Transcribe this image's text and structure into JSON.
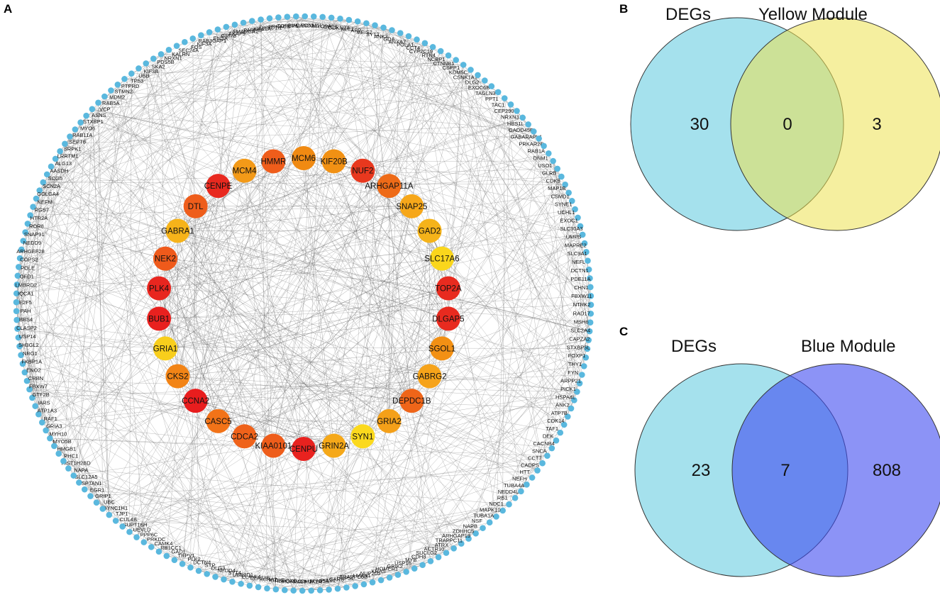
{
  "panels": {
    "a": {
      "letter": "A",
      "hub_genes": [
        {
          "name": "MCM6",
          "color": "#f08a12"
        },
        {
          "name": "KIF20B",
          "color": "#f19114"
        },
        {
          "name": "NUF2",
          "color": "#e8381e"
        },
        {
          "name": "ARHGAP11A",
          "color": "#ee6b18"
        },
        {
          "name": "SNAP25",
          "color": "#f6a71a"
        },
        {
          "name": "GAD2",
          "color": "#f5b31a"
        },
        {
          "name": "SLC17A6",
          "color": "#fad61c"
        },
        {
          "name": "TOP2A",
          "color": "#e82b1f"
        },
        {
          "name": "DLGAP5",
          "color": "#e82a1f"
        },
        {
          "name": "SGOL1",
          "color": "#f29014"
        },
        {
          "name": "GABRG2",
          "color": "#f6a31a"
        },
        {
          "name": "DEPDC1B",
          "color": "#ef6519"
        },
        {
          "name": "GRIA2",
          "color": "#f4a019"
        },
        {
          "name": "SYN1",
          "color": "#fbd91d"
        },
        {
          "name": "GRIN2A",
          "color": "#f5a819"
        },
        {
          "name": "CENPU",
          "color": "#e8221f"
        },
        {
          "name": "KIAA0101",
          "color": "#ee5d1b"
        },
        {
          "name": "CDCA2",
          "color": "#ef621a"
        },
        {
          "name": "CASC5",
          "color": "#f27318"
        },
        {
          "name": "CCNA2",
          "color": "#e81d1e"
        },
        {
          "name": "CKS2",
          "color": "#f28416"
        },
        {
          "name": "GRIA1",
          "color": "#f8ce1c"
        },
        {
          "name": "BUB1",
          "color": "#e8211f"
        },
        {
          "name": "PLK4",
          "color": "#e8261f"
        },
        {
          "name": "NEK2",
          "color": "#ef5a1b"
        },
        {
          "name": "GABRA1",
          "color": "#f6b31a"
        },
        {
          "name": "DTL",
          "color": "#ee5d1b"
        },
        {
          "name": "CENPE",
          "color": "#e8291f"
        },
        {
          "name": "MCM4",
          "color": "#f39a18"
        },
        {
          "name": "HMMR",
          "color": "#ef5d1b"
        }
      ],
      "outer_genes": [
        "MEIS2",
        "SYT2",
        "ANK3",
        "GDA",
        "ANXA7",
        "POLA1",
        "CCT4",
        "CYP2C19",
        "RTN4",
        "NCBP1",
        "CTNNB1",
        "CSPP1",
        "KDM5C",
        "CSNK1A1",
        "DLG2",
        "EXOC6B",
        "TAGLN3",
        "PPT1",
        "TAC1",
        "CEP290",
        "NRXN3",
        "HBS1L",
        "GADD45B",
        "GABARAPL1",
        "PRKAR2B",
        "RAB1A",
        "DNM1",
        "USO1",
        "GLRB",
        "CDK5",
        "MAP1B",
        "CSMD1",
        "SYNE1",
        "UCHL1",
        "EXOC1",
        "SLC30A3",
        "UMPS",
        "MAPRE2",
        "SLC9A1",
        "NEFL",
        "DCTN1",
        "PDE11A",
        "CHN1",
        "FBXW11",
        "NTRK2",
        "RAD17",
        "MSH6",
        "SLC2A4",
        "CAPZA2",
        "STXBP5L",
        "FOXP1",
        "THY1",
        "FYN",
        "ARPP21",
        "PICK1",
        "HSPA4L",
        "ANK2",
        "ATP7B",
        "CDK14",
        "TAF1",
        "DEK",
        "CACNB4",
        "SNCA",
        "CCT7",
        "CADPS",
        "HTT",
        "NEFH",
        "TUBA4A",
        "NEDD4L",
        "RB1",
        "NDC1",
        "MAPK10",
        "TUBA1A",
        "NSF",
        "NAPB",
        "ZDHHC5",
        "ARHGAP19",
        "TRAPPC11",
        "ATRX",
        "ACTR10",
        "SUCLG2",
        "CDH8",
        "MYB",
        "USP16",
        "GRIK2",
        "HOMER1",
        "KRAS",
        "NUP205",
        "LMAN1",
        "TRAPPC6B",
        "USP54",
        "GARS",
        "PIAS1",
        "MYO5A",
        "CAMK2A",
        "MCPH1",
        "MORF4L1",
        "RBFOX2",
        "KITLG",
        "KCNA2",
        "CEP135",
        "ELAVL4",
        "UBE2D1",
        "SYT4",
        "NEDD4",
        "DLG3",
        "SYP",
        "DCTN4",
        "PLK2",
        "TRPV1",
        "GAD1",
        "RB1CC1",
        "CAMK4",
        "PRKDC",
        "PPP6C",
        "UEVLD",
        "SUPT16H",
        "CUL4B",
        "TJP1",
        "DYNC1H1",
        "UBC",
        "GRIP1",
        "EGR1",
        "SPTAN1",
        "SLC12A5",
        "NAPA",
        "HIST1H2BD",
        "PHC1",
        "HMGB1",
        "MYO5B",
        "MYH10",
        "GRIA3",
        "RAF1",
        "ATP1A3",
        "IARS",
        "GTF2B",
        "FBXW7",
        "CRBN",
        "ENO2",
        "FKBP1A",
        "NRG1",
        "SH3GL2",
        "USP14",
        "CLASP2",
        "BBS4",
        "PAH",
        "E2F5",
        "IQCA1",
        "LMBRD2",
        "OFD1",
        "POLE",
        "COPS2",
        "ARHGEF28",
        "NEDD9",
        "SNAP91",
        "ROR8",
        "HTR2A",
        "RGS7",
        "NEFM",
        "GOLGA4",
        "SCN2A",
        "SCG5",
        "AASDH",
        "ALG13",
        "LRRTM1",
        "SRPK1",
        "SEPT6",
        "RAB11A",
        "MYO6",
        "STXBP1",
        "ASNS",
        "VCP",
        "RAB5A",
        "MDM2",
        "STMN2",
        "PTPRD",
        "TP53",
        "UBB",
        "KIF3B",
        "SKA2",
        "PDS5B",
        "NRXN1",
        "KALRN",
        "SEC24A",
        "FOS",
        "KIF3A",
        "RAB3GAP1",
        "ENSA",
        "GRM8",
        "AKAP9",
        "SMARCA1",
        "PARP8P",
        "KIF21A",
        "DYNC1I1",
        "PRKACB",
        "TOPBP1",
        "PVALB",
        "CAND1",
        "DNM1L",
        "MYO9A",
        "CYCS",
        "CDKN2A",
        "KLC1",
        "APP"
      ]
    },
    "b": {
      "letter": "B",
      "left_title": "DEGs",
      "right_title": "Yellow Module",
      "left_only": "30",
      "overlap": "0",
      "right_only": "3",
      "left_color": "#5bc8df",
      "right_color": "#ece150"
    },
    "c": {
      "letter": "C",
      "left_title": "DEGs",
      "right_title": "Blue Module",
      "left_only": "23",
      "overlap": "7",
      "right_only": "808",
      "left_color": "#5bc8df",
      "right_color": "#3f4bf0"
    }
  }
}
